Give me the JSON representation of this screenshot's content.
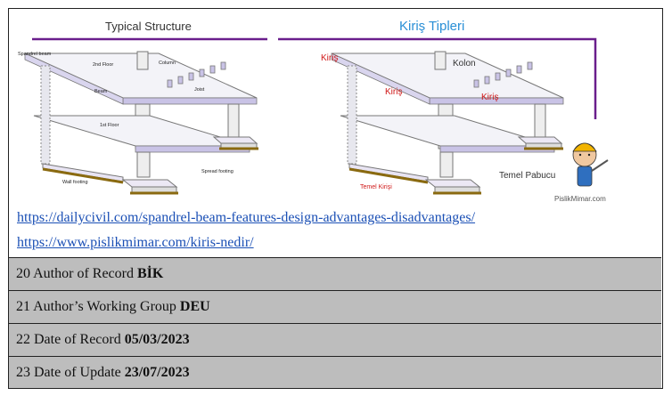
{
  "figure": {
    "left_title": "Typical Structure",
    "right_title": "Kiriş Tipleri",
    "left_labels": {
      "spandrel": "Spandrel beam",
      "floor2": "2nd Floor",
      "column": "Column",
      "beam": "Beam",
      "joist": "Joist",
      "floor1": "1st Floor",
      "wall_footing": "Wall footing",
      "spread_footing": "Spread footing"
    },
    "right_labels": {
      "kiris1": "Kiriş",
      "kolon": "Kolon",
      "kiris2": "Kiriş",
      "kiris3": "Kiriş",
      "temel_kirisi": "Temel Kirişi",
      "temel_pabucu": "Temel Pabucu",
      "watermark": "PislikMimar.com"
    },
    "colors": {
      "right_title": "#2a8fd6",
      "label_red": "#d01818",
      "frame_purple": "#6a1e8c",
      "beam": "#c9c3e6",
      "footing": "#8a6a10"
    }
  },
  "links": [
    "https://dailycivil.com/spandrel-beam-features-design-advantages-disadvantages/",
    "https://www.pislikmimar.com/kiris-nedir/"
  ],
  "records": [
    {
      "label": "20 Author of Record",
      "value": "BİK"
    },
    {
      "label": "21 Author’s Working Group",
      "value": "DEU"
    },
    {
      "label": "22 Date of Record",
      "value": "05/03/2023"
    },
    {
      "label": "23 Date of Update",
      "value": "23/07/2023"
    }
  ]
}
